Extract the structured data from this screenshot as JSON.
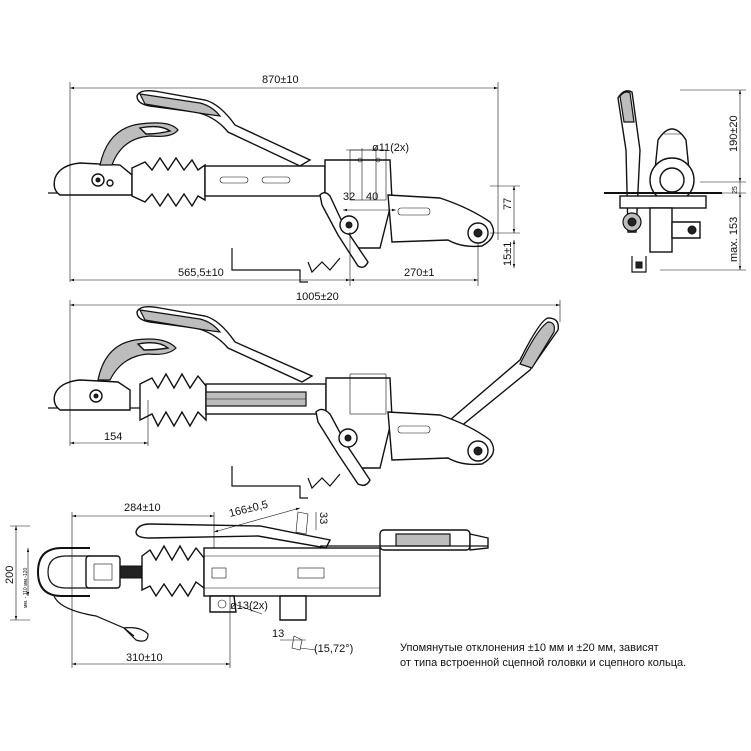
{
  "dimensions": {
    "top": {
      "overall_length": "870±10",
      "hole": "ø11(2x)",
      "d32": "32",
      "d40": "40",
      "d77": "77",
      "d15": "15±1",
      "d565": "565,5±10",
      "d270": "270±1"
    },
    "side": {
      "d190": "190±20",
      "d25": "25",
      "d153": "max. 153"
    },
    "middle": {
      "overall_length": "1005±20",
      "d154": "154"
    },
    "bottom": {
      "d284": "284±10",
      "d166": "166±0,5",
      "d33": "33",
      "d200": "200",
      "d110_120": "мм. - 110 мм.-120",
      "hole": "ø13(2x)",
      "d13": "13",
      "angle": "(15,72°)",
      "d310": "310±10"
    }
  },
  "note": {
    "line1": "Упомянутые отклонения ±10 мм и ±20 мм, зависят",
    "line2": "от типа встроенной сцепной головки и сцепного кольца."
  }
}
